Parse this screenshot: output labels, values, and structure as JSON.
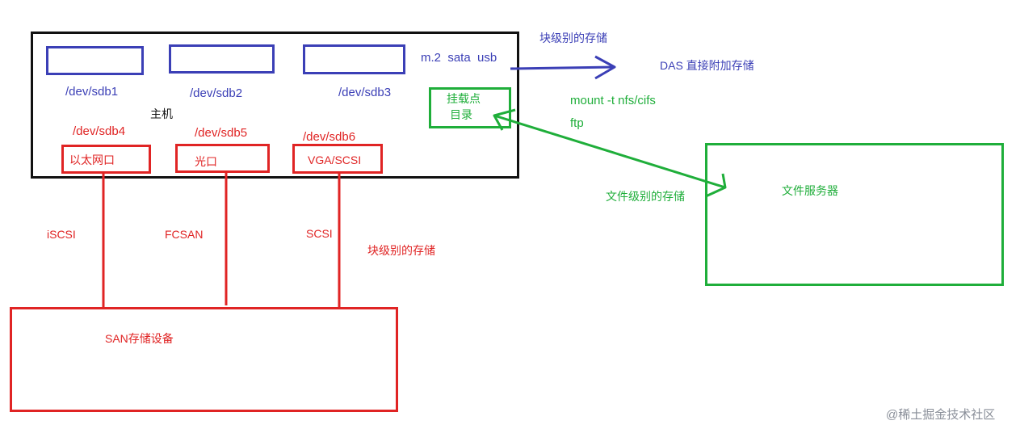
{
  "host": {
    "label": "主机",
    "disks": [
      "/dev/sdb1",
      "/dev/sdb2",
      "/dev/sdb3",
      "/dev/sdb4",
      "/dev/sdb5",
      "/dev/sdb6"
    ],
    "ports": [
      "以太网口",
      "光口",
      "VGA/SCSI"
    ],
    "interfaces": "m.2  sata  usb",
    "mount_point": [
      "挂载点",
      "目录"
    ]
  },
  "das": {
    "top_label": "块级别的存储",
    "label": "DAS 直接附加存储"
  },
  "nfs": {
    "command": "mount -t nfs/cifs",
    "ftp": "ftp",
    "file_level": "文件级别的存储",
    "server": "文件服务器"
  },
  "san": {
    "links": [
      "iSCSI",
      "FCSAN",
      "SCSI"
    ],
    "block_level": "块级别的存储",
    "device": "SAN存储设备"
  },
  "watermark": "@稀土掘金技术社区",
  "colors": {
    "blue": "#3b3fb6",
    "red": "#e02424",
    "green": "#1fae3a",
    "black": "#111111"
  }
}
